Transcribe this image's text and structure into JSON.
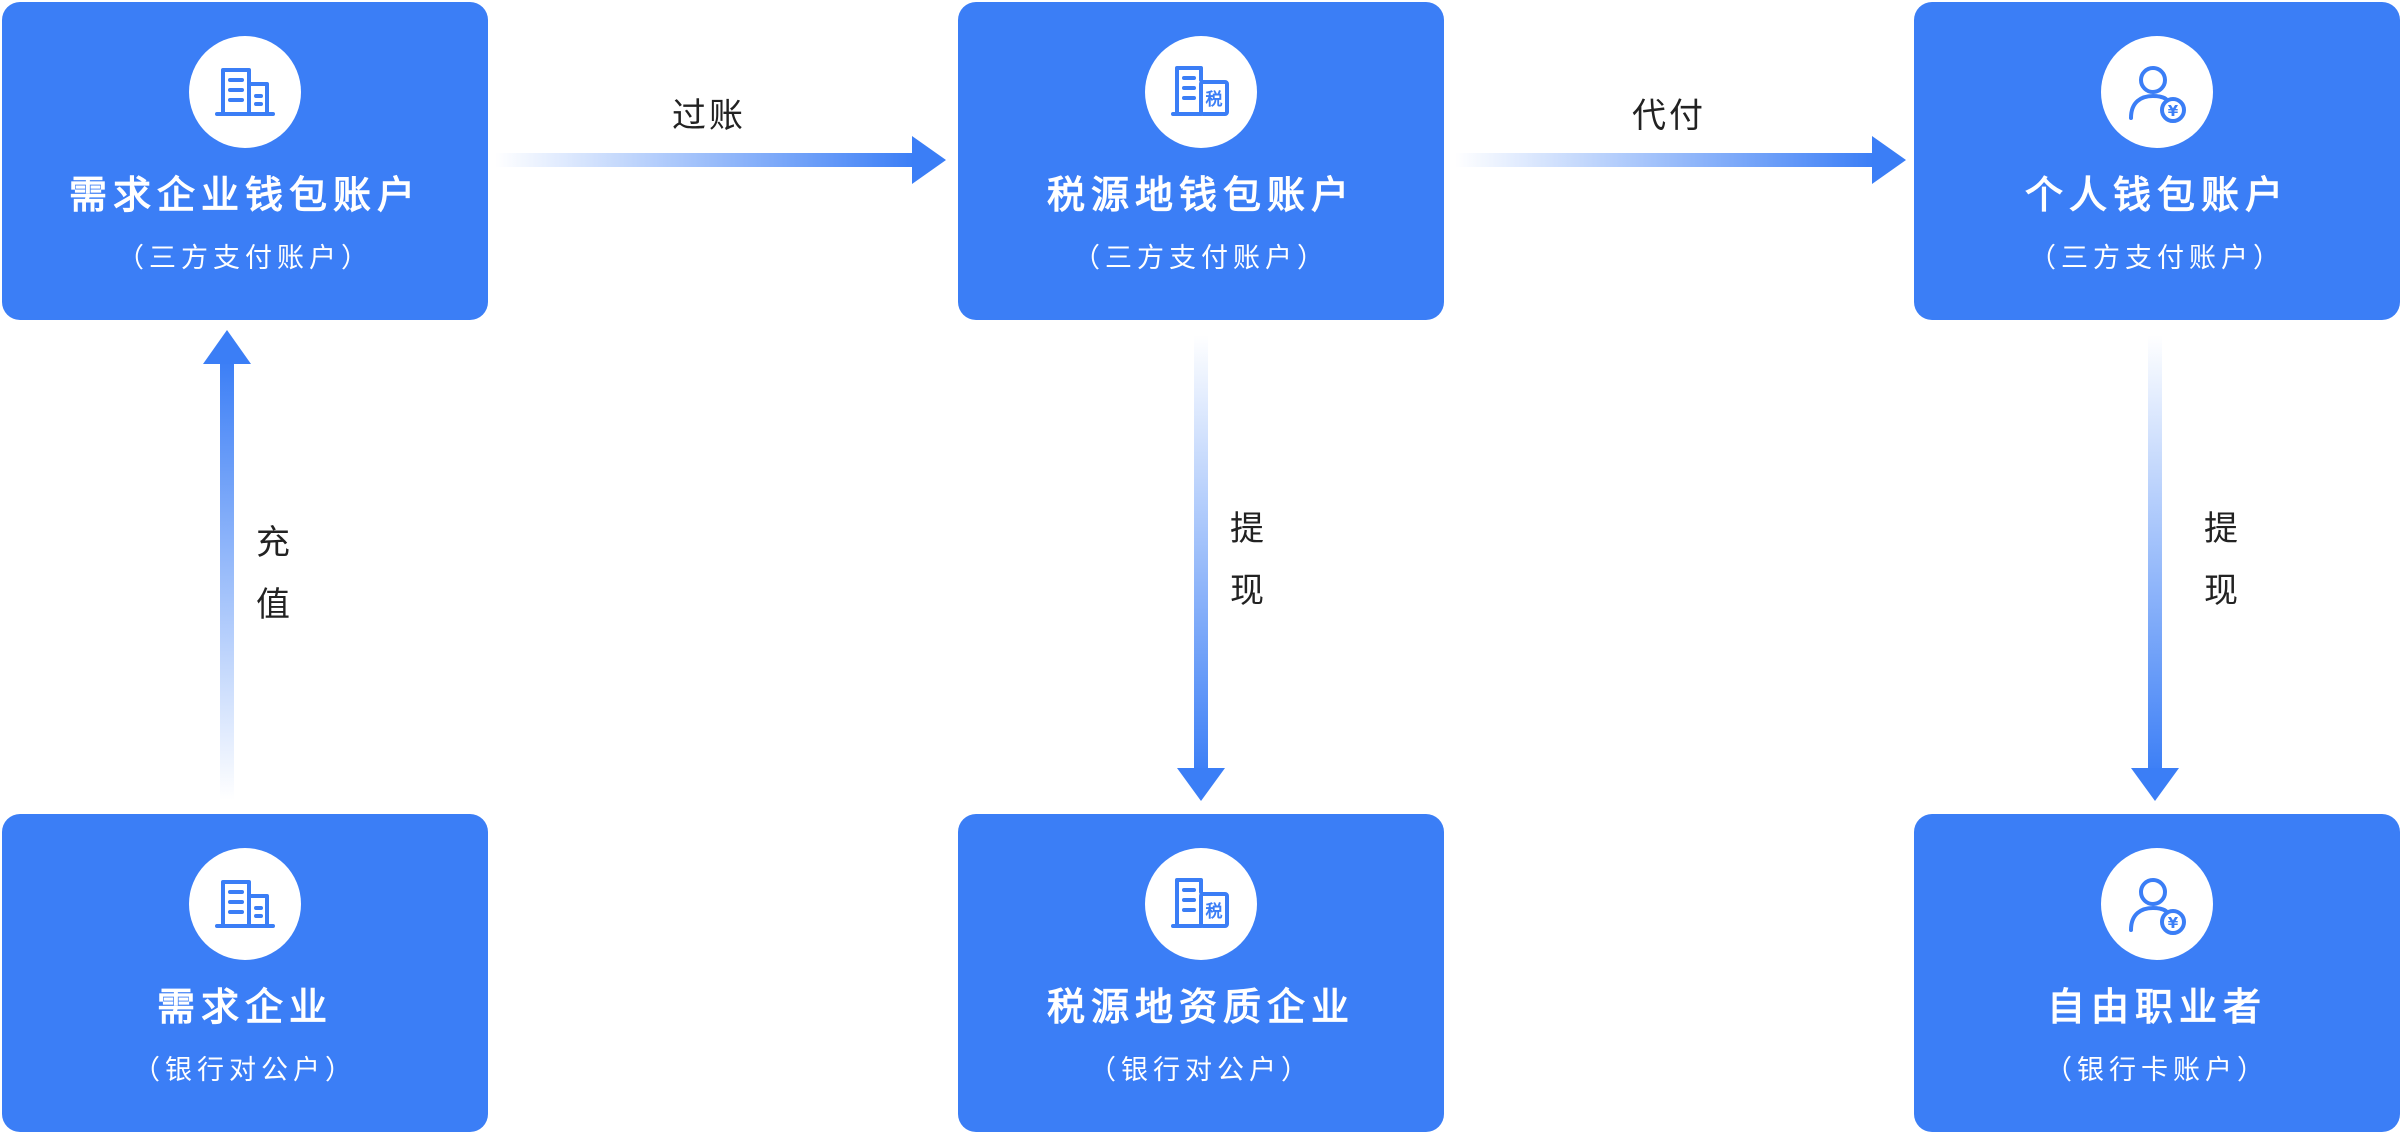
{
  "nodes": {
    "demand_wallet": {
      "title": "需求企业钱包账户",
      "subtitle": "（三方支付账户）",
      "icon": "building-icon"
    },
    "tax_wallet": {
      "title": "税源地钱包账户",
      "subtitle": "（三方支付账户）",
      "icon": "tax-building-icon"
    },
    "personal_wallet": {
      "title": "个人钱包账户",
      "subtitle": "（三方支付账户）",
      "icon": "person-yen-icon"
    },
    "demand_enterprise": {
      "title": "需求企业",
      "subtitle": "（银行对公户）",
      "icon": "building-icon"
    },
    "tax_enterprise": {
      "title": "税源地资质企业",
      "subtitle": "（银行对公户）",
      "icon": "tax-building-icon"
    },
    "freelancer": {
      "title": "自由职业者",
      "subtitle": "（银行卡账户）",
      "icon": "person-yen-icon"
    }
  },
  "edges": {
    "transfer": "过账",
    "payout": "代付",
    "recharge": "充值",
    "withdraw_tax": "提现",
    "withdraw_personal": "提现"
  },
  "icon_glyphs": {
    "tax": "税",
    "yen": "¥"
  },
  "colors": {
    "node_bg": "#3b7ef6",
    "arrow": "#3b7ef6",
    "label": "#222222"
  }
}
